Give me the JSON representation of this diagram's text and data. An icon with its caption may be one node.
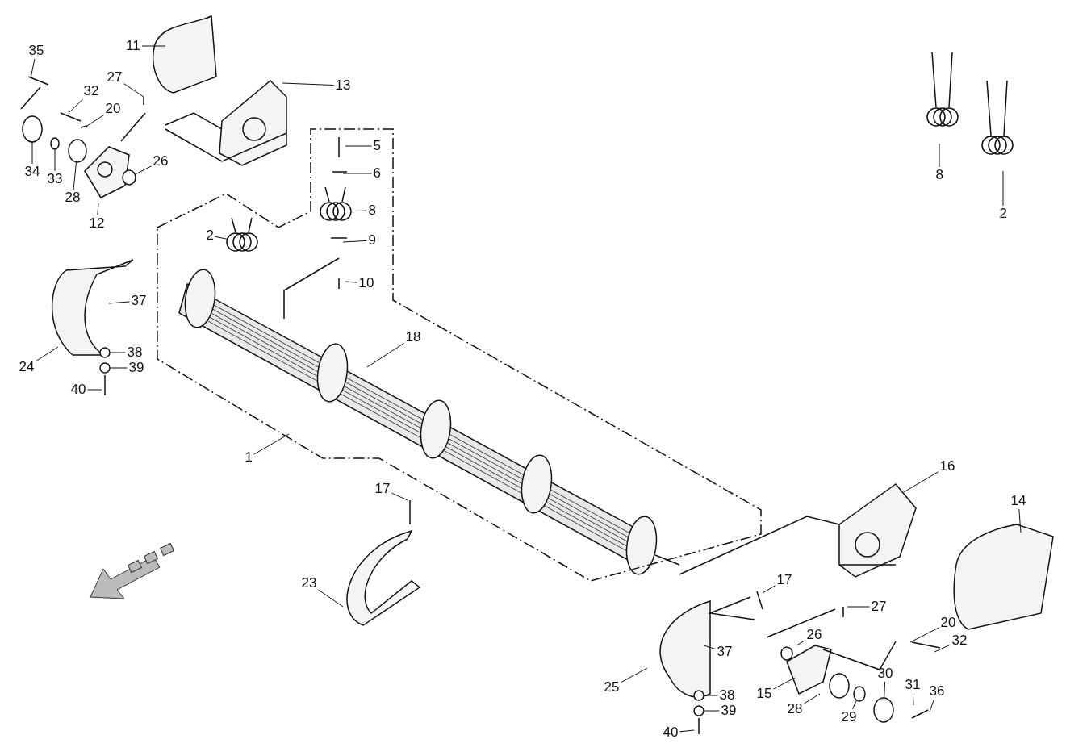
{
  "diagram": {
    "nodes": [
      {
        "text": [
          "35"
        ]
      },
      {
        "text": [
          "11"
        ]
      },
      {
        "text": [
          "27"
        ]
      },
      {
        "text": [
          "32"
        ]
      },
      {
        "text": [
          "20"
        ]
      },
      {
        "text": [
          "13"
        ]
      },
      {
        "text": [
          "34"
        ]
      },
      {
        "text": [
          "33"
        ]
      },
      {
        "text": [
          "28"
        ]
      },
      {
        "text": [
          "12"
        ]
      },
      {
        "text": [
          "26"
        ]
      },
      {
        "text": [
          "5"
        ]
      },
      {
        "text": [
          "6"
        ]
      },
      {
        "text": [
          "8"
        ]
      },
      {
        "text": [
          "9"
        ]
      },
      {
        "text": [
          "10"
        ]
      },
      {
        "text": [
          "2"
        ]
      },
      {
        "text": [
          "37"
        ]
      },
      {
        "text": [
          "38"
        ]
      },
      {
        "text": [
          "39"
        ]
      },
      {
        "text": [
          "40"
        ]
      },
      {
        "text": [
          "24"
        ]
      },
      {
        "text": [
          "18"
        ]
      },
      {
        "text": [
          "1"
        ]
      },
      {
        "text": [
          "17"
        ]
      },
      {
        "text": [
          "23"
        ]
      },
      {
        "text": [
          "16"
        ]
      },
      {
        "text": [
          "14"
        ]
      },
      {
        "text": [
          "17"
        ]
      },
      {
        "text": [
          "27"
        ]
      },
      {
        "text": [
          "26"
        ]
      },
      {
        "text": [
          "20"
        ]
      },
      {
        "text": [
          "32"
        ]
      },
      {
        "text": [
          "37"
        ]
      },
      {
        "text": [
          "25"
        ]
      },
      {
        "text": [
          "15"
        ]
      },
      {
        "text": [
          "28"
        ]
      },
      {
        "text": [
          "30"
        ]
      },
      {
        "text": [
          "31"
        ]
      },
      {
        "text": [
          "36"
        ]
      },
      {
        "text": [
          "29"
        ]
      },
      {
        "text": [
          "38"
        ]
      },
      {
        "text": [
          "39"
        ]
      },
      {
        "text": [
          "40"
        ]
      },
      {
        "text": [
          "8"
        ]
      },
      {
        "text": [
          "2"
        ]
      },
      {
        "text": [],
        "shape": "circle"
      },
      {
        "text": [],
        "shape": "circle"
      },
      {
        "text": [],
        "shape": "circle"
      },
      {
        "text": [],
        "shape": "circle"
      },
      {
        "text": [],
        "shape": "spring"
      },
      {
        "text": [],
        "shape": "spring"
      },
      {
        "text": [],
        "shape": "circle"
      },
      {
        "text": [],
        "shape": "circle"
      },
      {
        "text": [],
        "shape": "circle"
      },
      {
        "text": [],
        "shape": "circle"
      },
      {
        "text": [],
        "shape": "circle"
      },
      {
        "text": [],
        "shape": "circle"
      }
    ],
    "edges": [
      {
        "from": 0,
        "to": null,
        "arrow": "none"
      },
      {
        "from": 1,
        "to": null,
        "arrow": "none"
      },
      {
        "from": 2,
        "to": null,
        "arrow": "none"
      },
      {
        "from": 3,
        "to": null,
        "arrow": "none"
      },
      {
        "from": 4,
        "to": null,
        "arrow": "none"
      },
      {
        "from": 5,
        "to": null,
        "arrow": "none"
      },
      {
        "from": 6,
        "to": 46,
        "arrow": "none"
      },
      {
        "from": 7,
        "to": 47,
        "arrow": "none"
      },
      {
        "from": 8,
        "to": 48,
        "arrow": "none"
      },
      {
        "from": 9,
        "to": null,
        "arrow": "none"
      },
      {
        "from": 10,
        "to": 49,
        "arrow": "none"
      },
      {
        "from": 11,
        "to": null,
        "arrow": "none"
      },
      {
        "from": 12,
        "to": null,
        "arrow": "none"
      },
      {
        "from": 13,
        "to": 51,
        "arrow": "none"
      },
      {
        "from": 14,
        "to": null,
        "arrow": "none"
      },
      {
        "from": 15,
        "to": null,
        "arrow": "none"
      },
      {
        "from": 16,
        "to": 50,
        "arrow": "none"
      },
      {
        "from": 17,
        "to": null,
        "arrow": "none"
      },
      {
        "from": 18,
        "to": 56,
        "arrow": "none"
      },
      {
        "from": 19,
        "to": 57,
        "arrow": "none"
      },
      {
        "from": 20,
        "to": null,
        "arrow": "none"
      },
      {
        "from": 21,
        "to": null,
        "arrow": "none"
      },
      {
        "from": 22,
        "to": null,
        "arrow": "none"
      },
      {
        "from": 23,
        "to": null,
        "arrow": "none"
      },
      {
        "from": 24,
        "to": null,
        "arrow": "none"
      },
      {
        "from": 25,
        "to": null,
        "arrow": "none"
      },
      {
        "from": 26,
        "to": null,
        "arrow": "none"
      },
      {
        "from": 27,
        "to": null,
        "arrow": "none"
      },
      {
        "from": 28,
        "to": null,
        "arrow": "none"
      },
      {
        "from": 29,
        "to": null,
        "arrow": "none"
      },
      {
        "from": 30,
        "to": null,
        "arrow": "none"
      },
      {
        "from": 31,
        "to": null,
        "arrow": "none"
      },
      {
        "from": 32,
        "to": null,
        "arrow": "none"
      },
      {
        "from": 33,
        "to": null,
        "arrow": "none"
      },
      {
        "from": 34,
        "to": null,
        "arrow": "none"
      },
      {
        "from": 35,
        "to": null,
        "arrow": "none"
      },
      {
        "from": 36,
        "to": null,
        "arrow": "none"
      },
      {
        "from": 37,
        "to": 52,
        "arrow": "none"
      },
      {
        "from": 38,
        "to": null,
        "arrow": "none"
      },
      {
        "from": 39,
        "to": null,
        "arrow": "none"
      },
      {
        "from": 40,
        "to": 53,
        "arrow": "none"
      },
      {
        "from": 41,
        "to": 54,
        "arrow": "none"
      },
      {
        "from": 42,
        "to": 55,
        "arrow": "none"
      },
      {
        "from": 43,
        "to": null,
        "arrow": "none"
      },
      {
        "from": 44,
        "to": null,
        "arrow": "none"
      },
      {
        "from": 45,
        "to": null,
        "arrow": "none"
      }
    ]
  }
}
